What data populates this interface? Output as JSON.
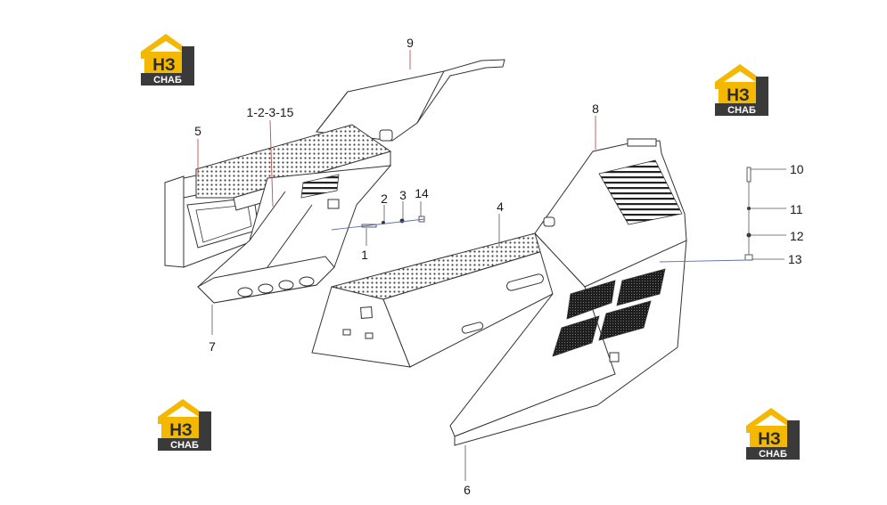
{
  "callouts": {
    "c9": "9",
    "c1_2_3_15": "1-2-3-15",
    "c5": "5",
    "c8": "8",
    "c2": "2",
    "c3": "3",
    "c14": "14",
    "c4": "4",
    "c1": "1",
    "c7": "7",
    "c6": "6",
    "c10": "10",
    "c11": "11",
    "c12": "12",
    "c13": "13"
  },
  "logo": {
    "mark": "НЗ",
    "caption": "СНАБ",
    "colors": {
      "roof": "#f5b800",
      "body": "#3a3a3a",
      "text_on_yellow": "#2b2b2b",
      "caption_text": "#ffffff"
    }
  },
  "colors": {
    "line": "#333333",
    "mesh": "#444444",
    "red_leader": "#c0504d",
    "blue_leader": "#5a6fb0"
  }
}
